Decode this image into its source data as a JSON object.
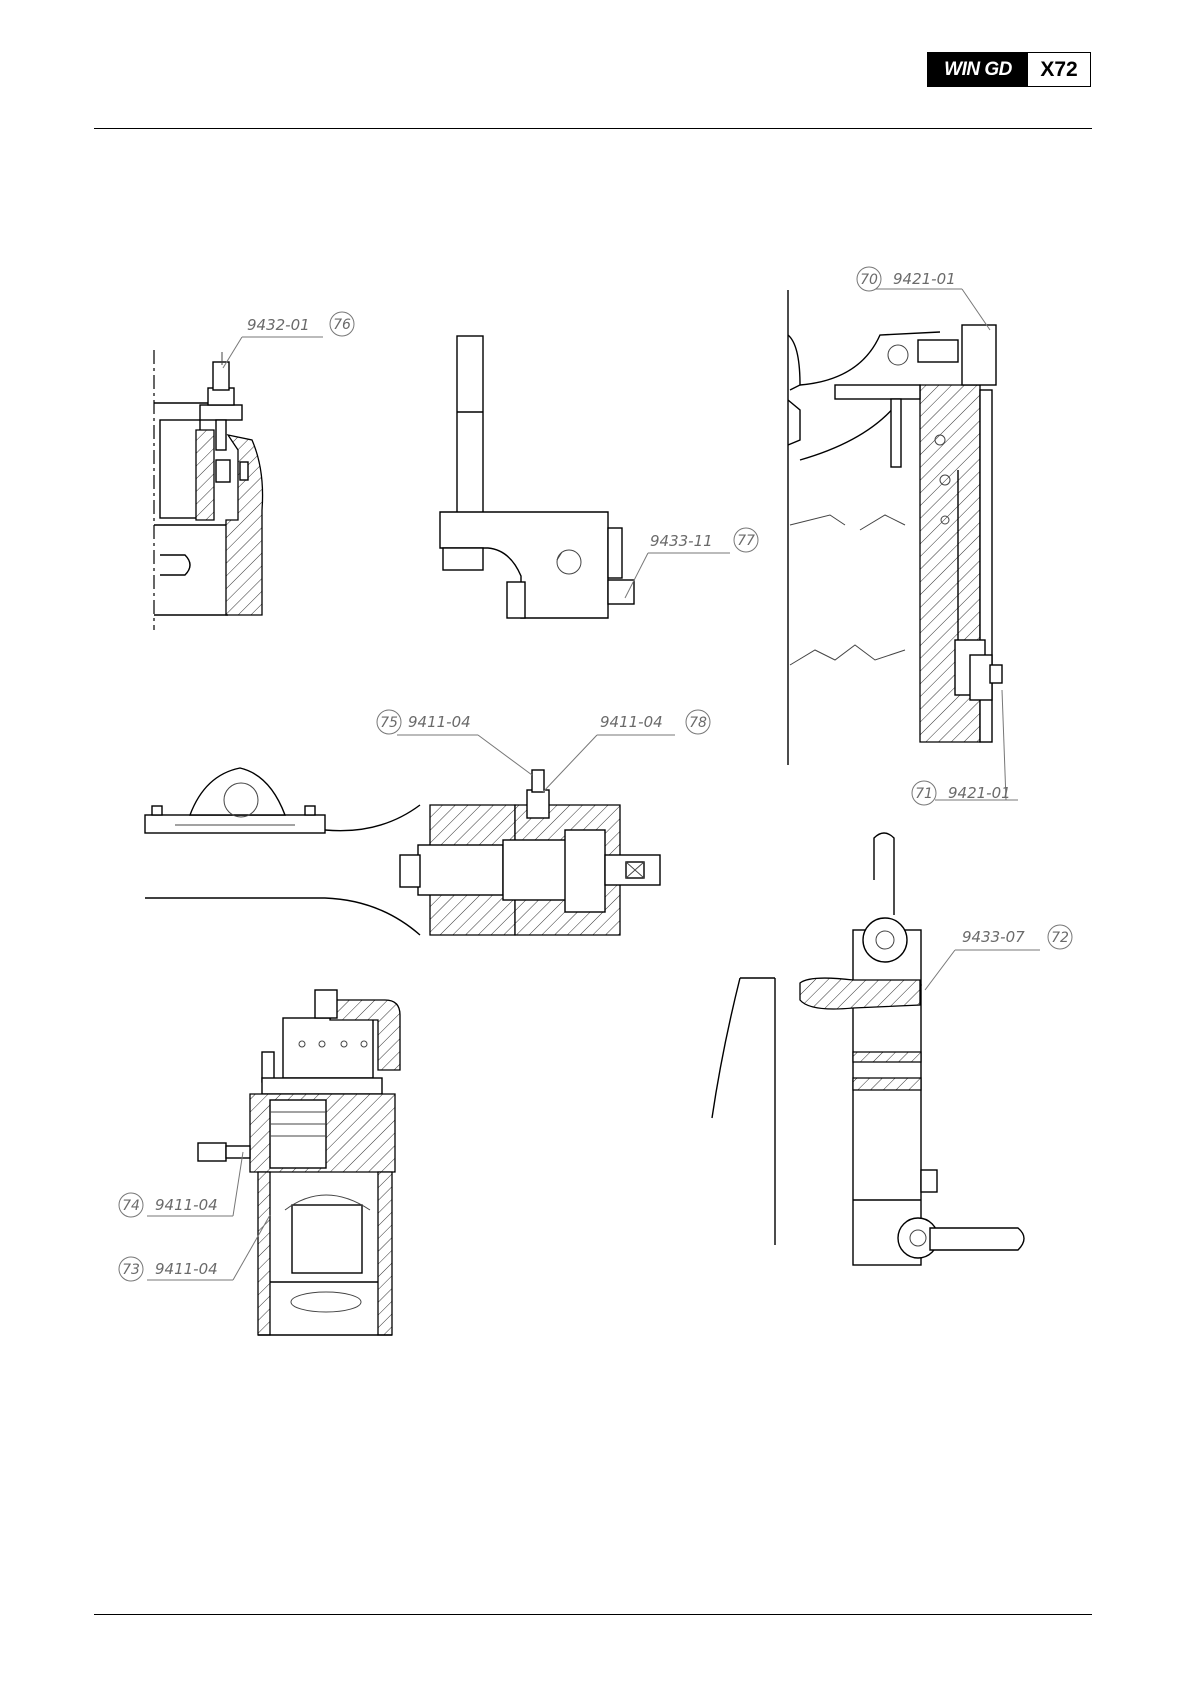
{
  "header": {
    "logo": {
      "brand": "WIN GD",
      "model": "X72"
    }
  },
  "callouts": [
    {
      "id": "c76",
      "number": "76",
      "code": "9432-01"
    },
    {
      "id": "c77",
      "number": "77",
      "code": "9433-11"
    },
    {
      "id": "c70",
      "number": "70",
      "code": "9421-01"
    },
    {
      "id": "c71",
      "number": "71",
      "code": "9421-01"
    },
    {
      "id": "c75",
      "number": "75",
      "code": "9411-04"
    },
    {
      "id": "c78",
      "number": "78",
      "code": "9411-04"
    },
    {
      "id": "c72",
      "number": "72",
      "code": "9433-07"
    },
    {
      "id": "c74",
      "number": "74",
      "code": "9411-04"
    },
    {
      "id": "c73",
      "number": "73",
      "code": "9411-04"
    }
  ]
}
